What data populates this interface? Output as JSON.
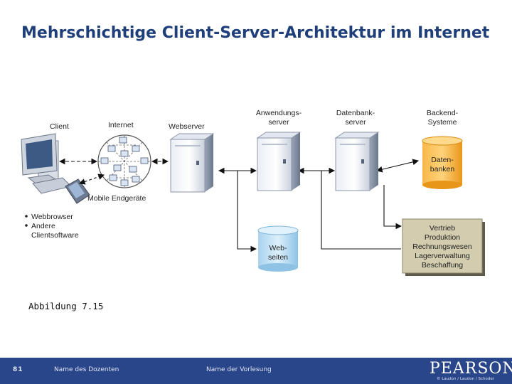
{
  "slide": {
    "title": "Mehrschichtige Client-Server-Architektur im Internet",
    "caption": "Abbildung 7.15"
  },
  "diagram": {
    "labels": {
      "client": "Client",
      "internet": "Internet",
      "webserver": "Webserver",
      "app_server_1": "Anwendungs-",
      "app_server_2": "server",
      "db_server_1": "Datenbank-",
      "db_server_2": "server",
      "backend_1": "Backend-",
      "backend_2": "Systeme",
      "mobile": "Mobile Endgeräte",
      "databases_1": "Daten-",
      "databases_2": "banken",
      "webpages_1": "Web-",
      "webpages_2": "seiten"
    },
    "client_features": [
      "Webbrowser",
      "Andere",
      "Clientsoftware"
    ],
    "backend_functions": [
      "Vertrieb",
      "Produktion",
      "Rechnungswesen",
      "Lagerverwaltung",
      "Beschaffung"
    ],
    "colors": {
      "title": "#1f3f7a",
      "database_orange": "#f5a623",
      "webpages_blue": "#bfe0f2",
      "backend_box": "#cfc8a8",
      "footer": "#2a468a"
    }
  },
  "footer": {
    "page_number": "81",
    "lecturer": "Name des Dozenten",
    "course": "Name der Vorlesung",
    "publisher": "PEARSON",
    "copyright": "© Laudon / Laudon / Schoder"
  }
}
